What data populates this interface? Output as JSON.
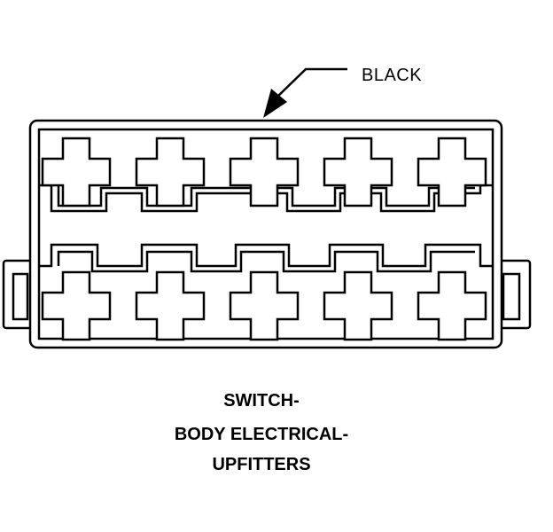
{
  "connector": {
    "color_label": "BLACK",
    "pin_rows": 2,
    "pins_per_row": 5,
    "stroke_color": "#000000",
    "fill_color": "#ffffff"
  },
  "caption": {
    "line1": "SWITCH-",
    "line2": "BODY ELECTRICAL-",
    "line3": "UPFITTERS"
  }
}
